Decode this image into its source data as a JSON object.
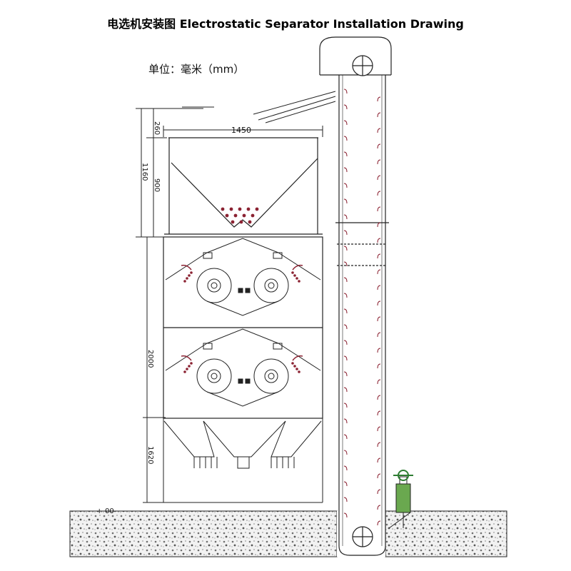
{
  "title": "电选机安装图 Electrostatic Separator  Installation Drawing",
  "unit_label": "单位：毫米（mm）",
  "level_label": "+-00",
  "dimensions": {
    "width_top": "1450",
    "h_260": "260",
    "h_1160": "1160",
    "h_900": "900",
    "h_2000": "2000",
    "h_1620": "1620"
  },
  "colors": {
    "line": "#222222",
    "dots": "#8b2232",
    "motor_green": "#6aa84f",
    "ground": "#9a9a9a"
  },
  "icons": [
    "pulley-wheel-icon",
    "drive-motor-icon",
    "electrode-roller-icon"
  ]
}
